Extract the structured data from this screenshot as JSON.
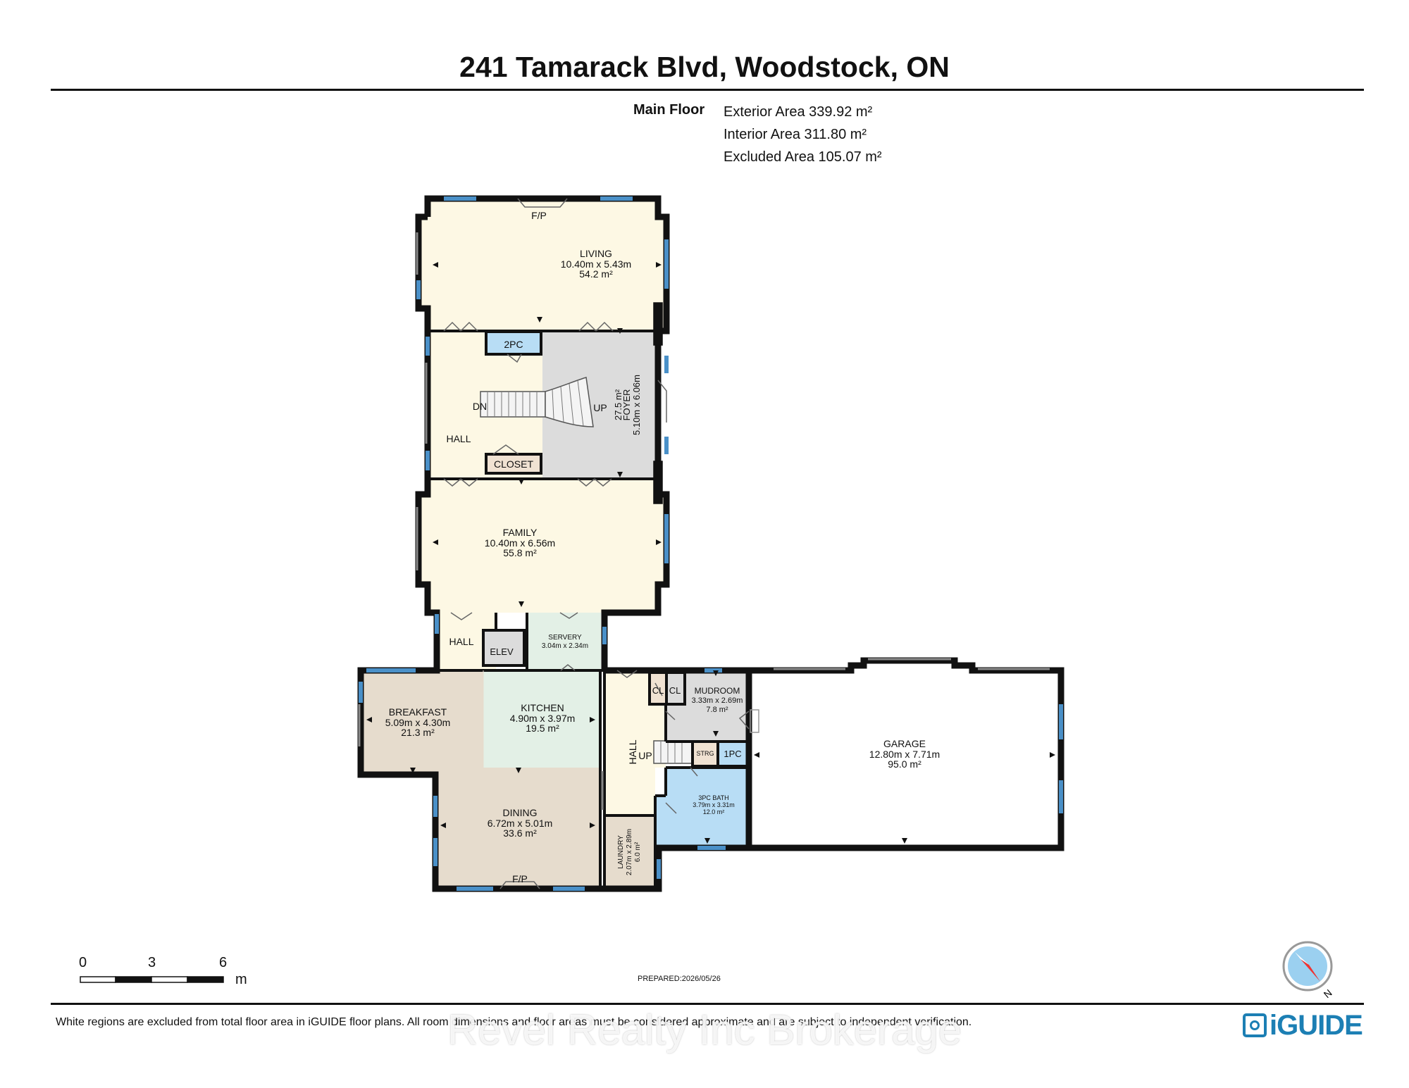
{
  "header": {
    "address": "241 Tamarack Blvd, Woodstock, ON",
    "floor": "Main Floor",
    "exterior_area": "Exterior Area 339.92 m²",
    "interior_area": "Interior Area 311.80 m²",
    "excluded_area": "Excluded Area 105.07 m²"
  },
  "rooms": {
    "living": {
      "name": "LIVING",
      "dims": "10.40m x 5.43m",
      "area": "54.2 m²"
    },
    "fp_living": {
      "name": "F/P"
    },
    "twopc": {
      "name": "2PC"
    },
    "dn": {
      "name": "DN"
    },
    "up_main": {
      "name": "UP"
    },
    "foyer": {
      "name": "FOYER",
      "dims": "5.10m x 6.06m",
      "area": "27.5 m²"
    },
    "hall_upper": {
      "name": "HALL"
    },
    "closet": {
      "name": "CLOSET"
    },
    "family": {
      "name": "FAMILY",
      "dims": "10.40m x 6.56m",
      "area": "55.8 m²"
    },
    "hall_lower": {
      "name": "HALL"
    },
    "elev": {
      "name": "ELEV"
    },
    "servery": {
      "name": "SERVERY",
      "dims": "3.04m x 2.34m"
    },
    "breakfast": {
      "name": "BREAKFAST",
      "dims": "5.09m x 4.30m",
      "area": "21.3 m²"
    },
    "kitchen": {
      "name": "KITCHEN",
      "dims": "4.90m x 3.97m",
      "area": "19.5 m²"
    },
    "dining": {
      "name": "DINING",
      "dims": "6.72m x 5.01m",
      "area": "33.6 m²"
    },
    "fp_dining": {
      "name": "F/P"
    },
    "hall_east": {
      "name": "HALL"
    },
    "up_east": {
      "name": "UP"
    },
    "cl1": {
      "name": "CL"
    },
    "cl2": {
      "name": "CL"
    },
    "mudroom": {
      "name": "MUDROOM",
      "dims": "3.33m x 2.69m",
      "area": "7.8 m²"
    },
    "strg": {
      "name": "STRG"
    },
    "onepc": {
      "name": "1PC"
    },
    "bath3": {
      "name": "3PC BATH",
      "dims": "3.79m x 3.31m",
      "area": "12.0 m²"
    },
    "laundry": {
      "name": "LAUNDRY",
      "dims": "2.07m x 2.89m",
      "area": "6.0 m²"
    },
    "garage": {
      "name": "GARAGE",
      "dims": "12.80m x 7.71m",
      "area": "95.0 m²"
    }
  },
  "scale": {
    "tick0": "0",
    "tick1": "3",
    "tick2": "6",
    "unit": "m"
  },
  "compass": {
    "label": "N"
  },
  "footer": {
    "prepared": "PREPARED:2026/05/26",
    "disclaimer": "White regions are excluded from total floor area in iGUIDE floor plans. All room dimensions and floor areas must be considered approximate and are subject to independent verification.",
    "watermark": "Revel Realty Inc Brokerage",
    "brand": "iGUIDE"
  },
  "colors": {
    "wall": "#111111",
    "window": "#4a90c8",
    "living": "#fdf8e4",
    "foyer": "#dcdcdc",
    "kitchen": "#e3f0e6",
    "dining": "#e6dccd",
    "bath": "#b8ddf5",
    "closet": "#f0e2d2",
    "accent": "#1c7fb4"
  }
}
